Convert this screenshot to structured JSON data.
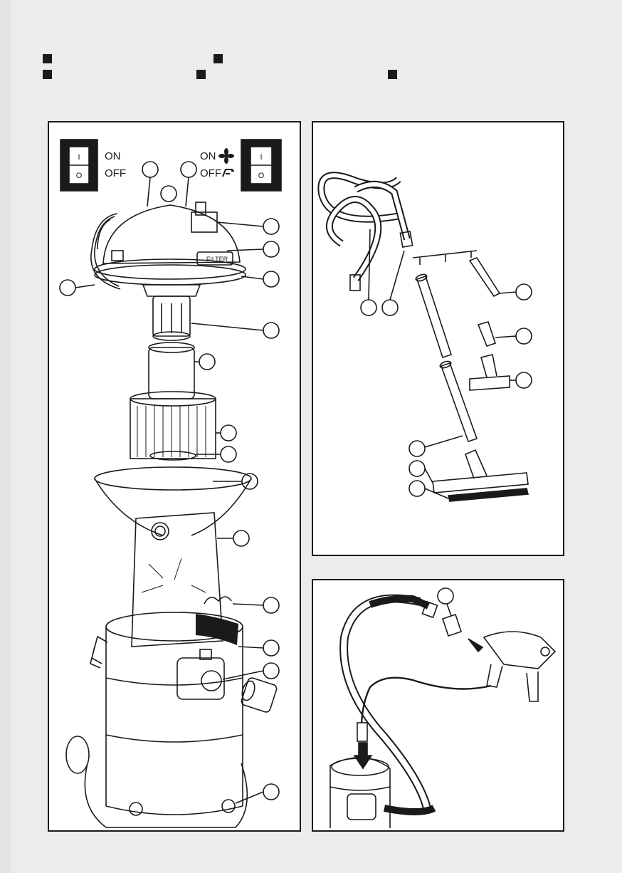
{
  "switch_left": {
    "on_label": "ON",
    "off_label": "OFF",
    "on_symbol": "I",
    "off_symbol": "O"
  },
  "switch_right": {
    "on_label": "ON",
    "off_label": "OFF",
    "on_symbol": "I",
    "off_symbol": "O",
    "fan_icon": "fan-icon",
    "blow_icon": "blow-icon"
  },
  "lid": {
    "label": "FILTER"
  },
  "colors": {
    "line": "#1a1a1a",
    "panel_bg": "#ffffff",
    "page_bg": "#ececec",
    "switch_bg": "#1a1a1a"
  }
}
